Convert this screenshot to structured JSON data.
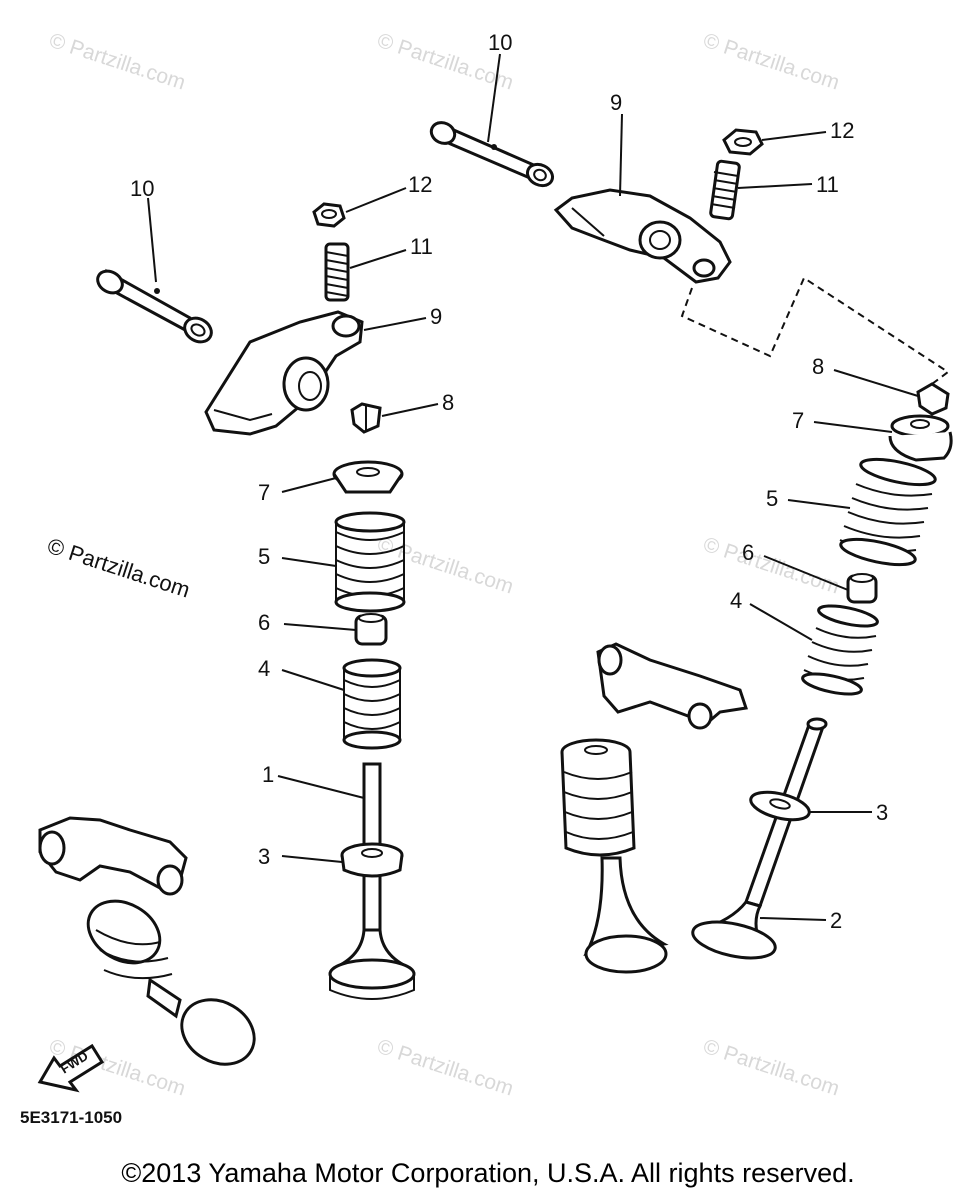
{
  "watermark": {
    "text": "© Partzilla.com"
  },
  "callouts": {
    "left_pin": "10",
    "left_nut": "12",
    "left_screw": "11",
    "left_arm": "9",
    "left_cotter": "8",
    "left_retainer": "7",
    "left_outer_spring": "5",
    "left_seal": "6",
    "left_inner_spring": "4",
    "left_valve": "1",
    "left_seat": "3",
    "right_pin": "10",
    "right_arm": "9",
    "right_nut": "12",
    "right_screw": "11",
    "right_cotter": "8",
    "right_retainer": "7",
    "right_outer_spring": "5",
    "right_seal": "6",
    "right_inner_spring": "4",
    "right_seat": "3",
    "right_valve": "2"
  },
  "fwd_label": "FWD",
  "diagram_code": "5E3171-1050",
  "copyright": "©2013  Yamaha Motor Corporation, U.S.A. All rights reserved."
}
